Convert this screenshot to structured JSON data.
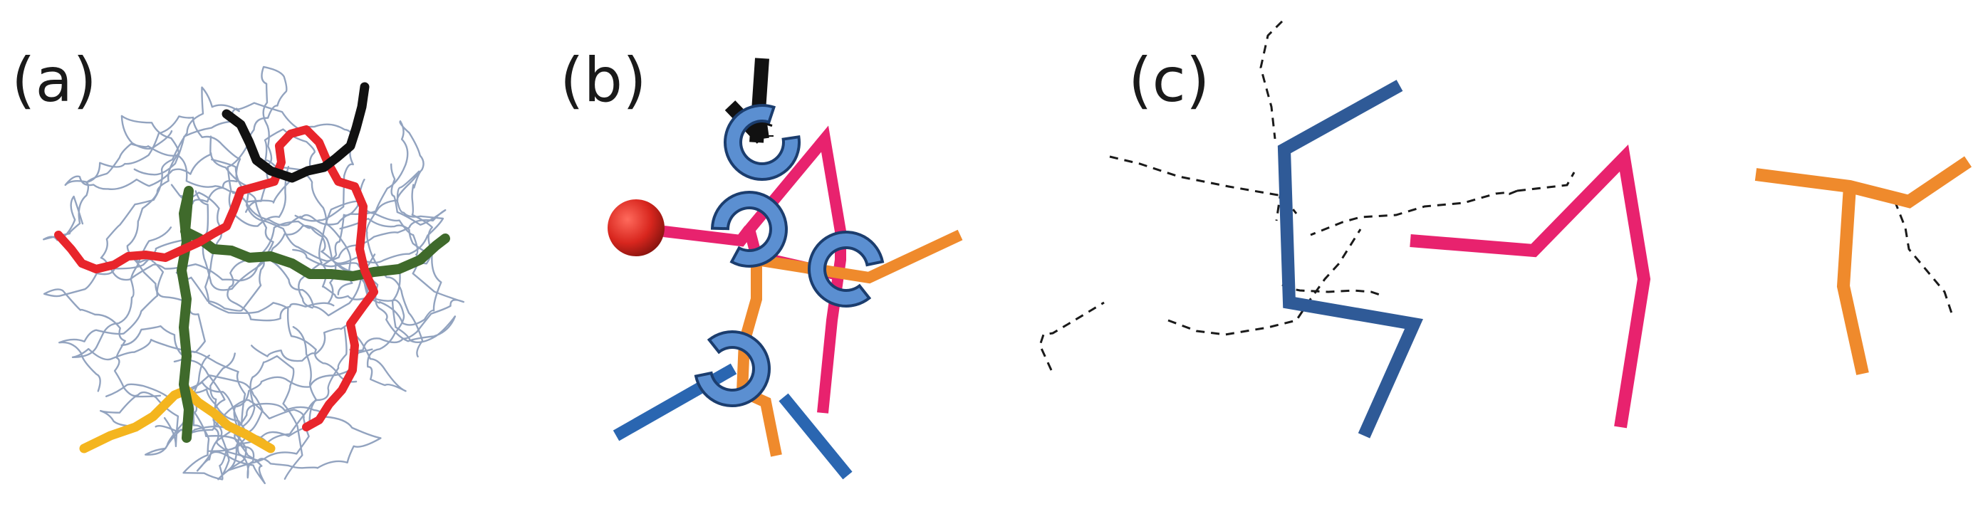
{
  "panels": [
    {
      "label": "(a)"
    },
    {
      "label": "(b)"
    },
    {
      "label": "(c)"
    }
  ],
  "colors": {
    "mesh": "#7f93b5",
    "black_chain": "#111111",
    "red_chain": "#e8252b",
    "green_chain": "#3f6a2b",
    "yellow_chain": "#f4b51e",
    "pink_chain": "#e8226e",
    "orange_chain": "#ef8a2c",
    "blue_chain": "#2a66b1",
    "ring_fill": "#5b8fd1",
    "ring_stroke": "#1b3d6e",
    "end_bead": "#d8261e",
    "dark_blue_chain": "#2f5a97",
    "dashed_line": "#1a1a1a"
  }
}
